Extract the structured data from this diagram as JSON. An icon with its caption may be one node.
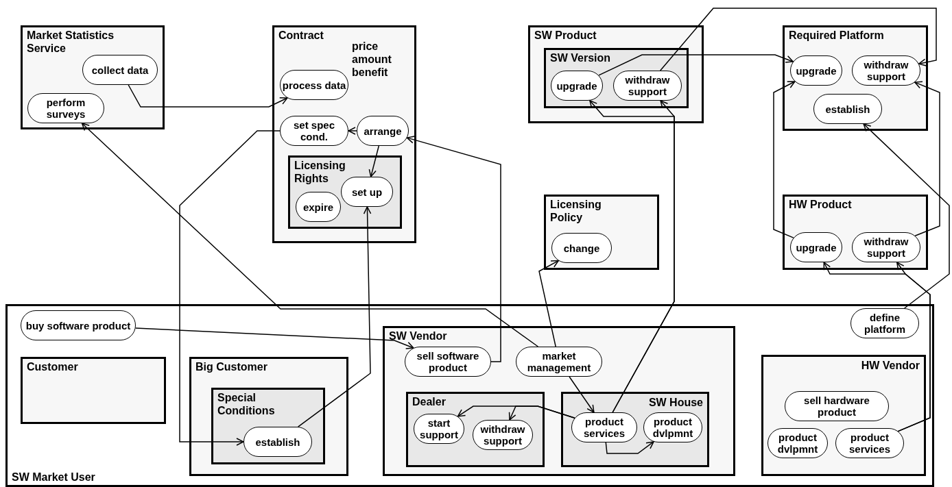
{
  "diagram": {
    "nodes": [
      {
        "text": [
          "Market Statistics Service"
        ]
      },
      {
        "text": [
          "collect data"
        ],
        "in": 0
      },
      {
        "text": [
          "perform surveys"
        ],
        "in": 0
      },
      {
        "text": [
          "Contract",
          "price amount benefit"
        ]
      },
      {
        "text": [
          "process data"
        ],
        "in": 3
      },
      {
        "text": [
          "set spec cond."
        ],
        "in": 3
      },
      {
        "text": [
          "arrange"
        ],
        "in": 3
      },
      {
        "text": [
          "Licensing Rights"
        ],
        "in": 3
      },
      {
        "text": [
          "set up"
        ],
        "in": 7
      },
      {
        "text": [
          "expire"
        ],
        "in": 7
      },
      {
        "text": [
          "SW Product"
        ]
      },
      {
        "text": [
          "SW Version"
        ],
        "in": 10
      },
      {
        "text": [
          "upgrade"
        ],
        "in": 11
      },
      {
        "text": [
          "withdraw support"
        ],
        "in": 11
      },
      {
        "text": [
          "Required Platform"
        ]
      },
      {
        "text": [
          "upgrade"
        ],
        "in": 14
      },
      {
        "text": [
          "withdraw support"
        ],
        "in": 14
      },
      {
        "text": [
          "establish"
        ],
        "in": 14
      },
      {
        "text": [
          "Licensing Policy"
        ]
      },
      {
        "text": [
          "change"
        ],
        "in": 18
      },
      {
        "text": [
          "HW Product"
        ]
      },
      {
        "text": [
          "upgrade"
        ],
        "in": 20
      },
      {
        "text": [
          "withdraw support"
        ],
        "in": 20
      },
      {
        "text": [
          "SW Market User"
        ]
      },
      {
        "text": [
          "buy  software product"
        ],
        "in": 23
      },
      {
        "text": [
          "define platform"
        ],
        "in": 23
      },
      {
        "text": [
          "Customer"
        ],
        "in": 23
      },
      {
        "text": [
          "Big Customer"
        ],
        "in": 23
      },
      {
        "text": [
          "Special Conditions"
        ],
        "in": 27
      },
      {
        "text": [
          "establish"
        ],
        "in": 28
      },
      {
        "text": [
          "SW Vendor"
        ],
        "in": 23
      },
      {
        "text": [
          "sell software product"
        ],
        "in": 30
      },
      {
        "text": [
          "market management"
        ],
        "in": 30
      },
      {
        "text": [
          "Dealer"
        ],
        "in": 30
      },
      {
        "text": [
          "start support"
        ],
        "in": 33
      },
      {
        "text": [
          "withdraw support"
        ],
        "in": 33
      },
      {
        "text": [
          "SW House"
        ],
        "in": 30
      },
      {
        "text": [
          "product services"
        ],
        "in": 36
      },
      {
        "text": [
          "product dvlpmnt"
        ],
        "in": 36
      },
      {
        "text": [
          "HW Vendor"
        ],
        "in": 23
      },
      {
        "text": [
          "sell hardware product"
        ],
        "in": 39
      },
      {
        "text": [
          "product dvlpmnt"
        ],
        "in": 39
      },
      {
        "text": [
          "product services"
        ],
        "in": 39
      }
    ],
    "edges": [
      {
        "from": 1,
        "to": 4,
        "arrow": "to"
      },
      {
        "from": 32,
        "to": 2,
        "arrow": "to"
      },
      {
        "from": 5,
        "to": 29,
        "arrow": "to"
      },
      {
        "from": 6,
        "to": 5,
        "arrow": "to"
      },
      {
        "from": 6,
        "to": 8,
        "arrow": "to"
      },
      {
        "from": 29,
        "to": 8,
        "arrow": "to"
      },
      {
        "from": 31,
        "to": 6,
        "arrow": "to"
      },
      {
        "from": 24,
        "to": 31,
        "arrow": "to"
      },
      {
        "from": 32,
        "to": 19,
        "arrow": "to"
      },
      {
        "from": 32,
        "to": 37,
        "arrow": "to"
      },
      {
        "from": 37,
        "to": 12,
        "arrow": "to"
      },
      {
        "from": 37,
        "to": 13,
        "arrow": "to"
      },
      {
        "from": 37,
        "to": 34,
        "arrow": "to"
      },
      {
        "from": 37,
        "to": 35,
        "arrow": "to"
      },
      {
        "from": 37,
        "to": 38,
        "arrow": "to"
      },
      {
        "from": 12,
        "to": 15,
        "arrow": "to"
      },
      {
        "from": 13,
        "to": 16,
        "arrow": "to"
      },
      {
        "from": 21,
        "to": 15,
        "arrow": "to"
      },
      {
        "from": 22,
        "to": 16,
        "arrow": "to"
      },
      {
        "from": 25,
        "to": 17,
        "arrow": "to"
      },
      {
        "from": 42,
        "to": 21,
        "arrow": "to"
      },
      {
        "from": 42,
        "to": 22,
        "arrow": "to"
      }
    ]
  }
}
